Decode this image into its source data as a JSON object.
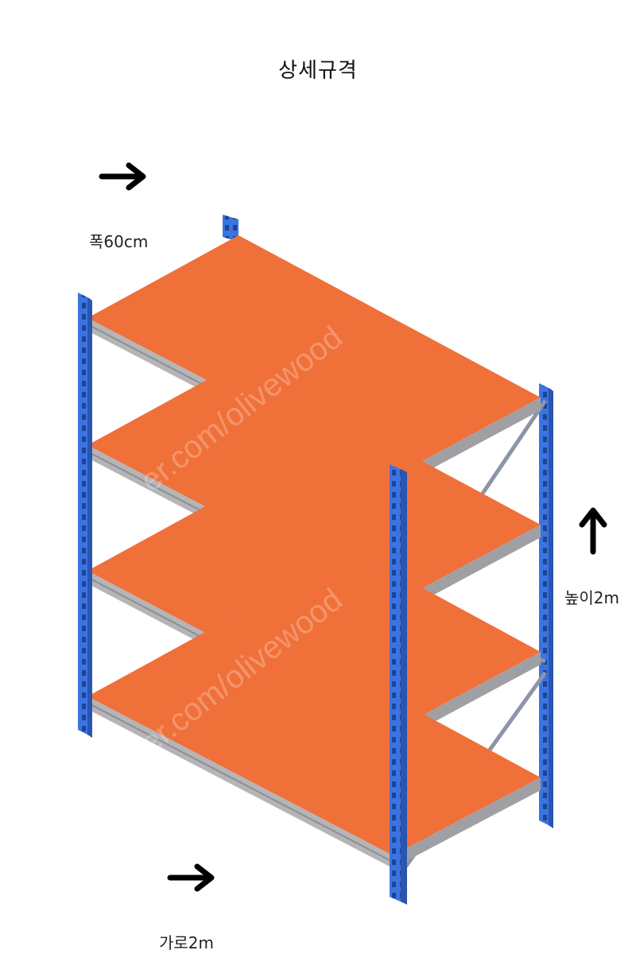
{
  "page": {
    "title": "상세규격"
  },
  "dimensions": {
    "width_label": "폭60cm",
    "height_label": "높이2m",
    "length_label": "가로2m"
  },
  "watermark": {
    "text": "er.com/olivewood"
  },
  "colors": {
    "shelf_board": "#F0703A",
    "post": "#3B74E0",
    "beam": "#B5B5B8",
    "brace": "#8C95A8",
    "arrow": "#000000"
  },
  "product": {
    "shelf_levels": 4
  }
}
